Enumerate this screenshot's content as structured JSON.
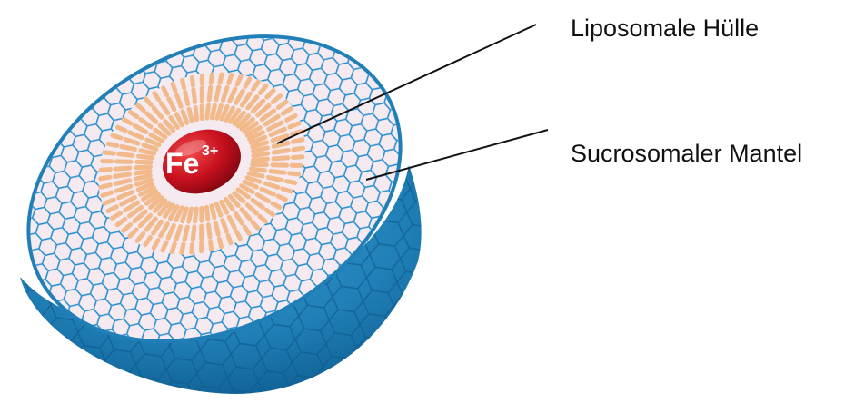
{
  "labels": {
    "liposomal": "Liposomale Hülle",
    "sucrosomal": "Sucrosomaler Mantel"
  },
  "core": {
    "symbol": "Fe",
    "charge": "3+"
  },
  "colors": {
    "shell_blue": "#1f7fb6",
    "shell_dark": "#0f5f92",
    "hexagon_stroke": "#2a8fd0",
    "cut_face": "#f4eaf0",
    "orange_layer": "#f2b98a",
    "core_red": "#c8101e",
    "leader_line": "#111111"
  }
}
